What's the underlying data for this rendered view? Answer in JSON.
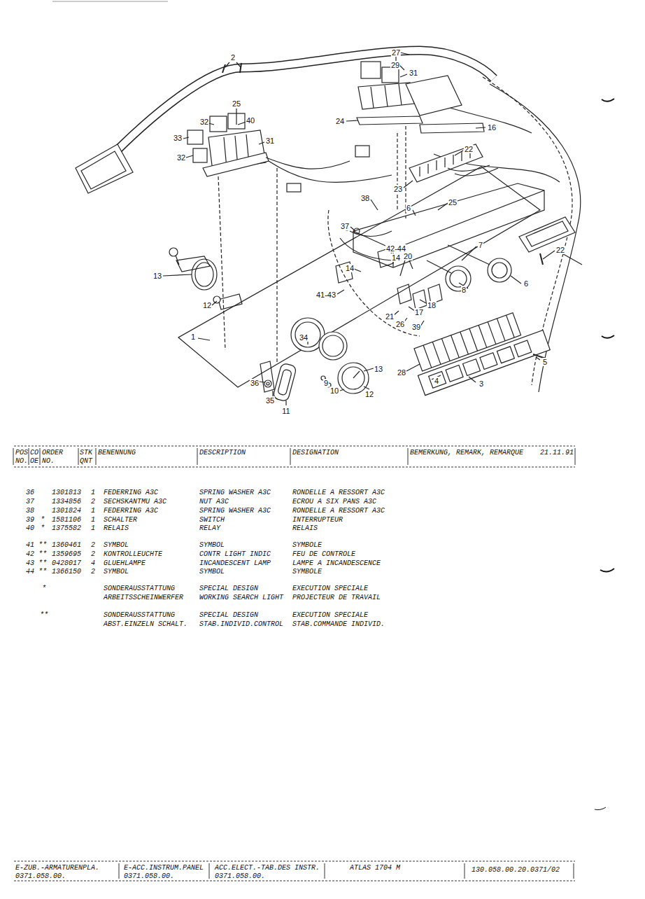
{
  "diagram": {
    "labels": [
      "2",
      "27",
      "29",
      "31",
      "25",
      "32",
      "40",
      "33",
      "31",
      "32",
      "24",
      "16",
      "22",
      "23",
      "25",
      "38",
      "6",
      "37",
      "13",
      "42-44",
      "14",
      "20",
      "7",
      "22",
      "8",
      "6",
      "14",
      "41-43",
      "12",
      "18",
      "17",
      "21",
      "26",
      "39",
      "1",
      "34",
      "13",
      "5",
      "28",
      "4",
      "3",
      "36",
      "35",
      "11",
      "9",
      "10",
      "12",
      "POS",
      "CO",
      "ORDER",
      "STK",
      "BENENNUNG",
      "DESCRIPTION",
      "DESIGNATION",
      "BEMERKUNG, REMARK, REMARQUE",
      "21.11.91",
      "NO.",
      "OE",
      "NO.",
      "QNT",
      "36",
      "1301813",
      "1",
      "FEDERRING A3C",
      "SPRING WASHER A3C",
      "RONDELLE A RESSORT A3C",
      "37",
      "1334856",
      "2",
      "SECHSKANTMU A3C",
      "NUT A3C",
      "ECROU A SIX PANS A3C",
      "38",
      "1301824",
      "1",
      "FEDERRING A3C",
      "SPRING WASHER A3C",
      "RONDELLE A RESSORT A3C",
      "39",
      "*",
      "1581106",
      "1",
      "SCHALTER",
      "SWITCH",
      "INTERRUPTEUR",
      "40",
      "*",
      "1375582",
      "1",
      "RELAIS",
      "RELAY",
      "RELAIS",
      "41",
      "**",
      "1360461",
      "2",
      "SYMBOL",
      "SYMBOL",
      "SYMBOLE",
      "42",
      "**",
      "1359695",
      "2",
      "KONTROLLEUCHTE",
      "CONTR LIGHT INDIC",
      "FEU DE CONTROLE",
      "43",
      "**",
      "0428017",
      "4",
      "GLUEHLAMPE",
      "INCANDESCENT LAMP",
      "LAMPE A INCANDESCENCE",
      "44",
      "**",
      "1366150",
      "2",
      "SYMBOL",
      "SYMBOL",
      "SYMBOLE",
      "*",
      "SONDERAUSSTATTUNG",
      "SPECIAL DESIGN",
      "EXECUTION SPECIALE",
      "ARBEITSSCHEINWERFER",
      "WORKING SEARCH LIGHT",
      "PROJECTEUR DE TRAVAIL",
      "**",
      "SONDERAUSSTATTUNG",
      "SPECIAL DESIGN",
      "EXECUTION SPECIALE",
      "ABST.EINZELN SCHALT.",
      "STAB.INDIVID.CONTROL",
      "STAB.COMMANDE INDIVID.",
      "E-ZUB.-ARMATURENPLA.",
      "0371.058.00.",
      "E-ACC.INSTRUM.PANEL",
      "0371.058.00.",
      "ACC.ELECT.-TAB.DES INSTR.",
      "0371.058.00.",
      "ATLAS 1704 M",
      "130.058.00.20.0371/02"
    ]
  }
}
